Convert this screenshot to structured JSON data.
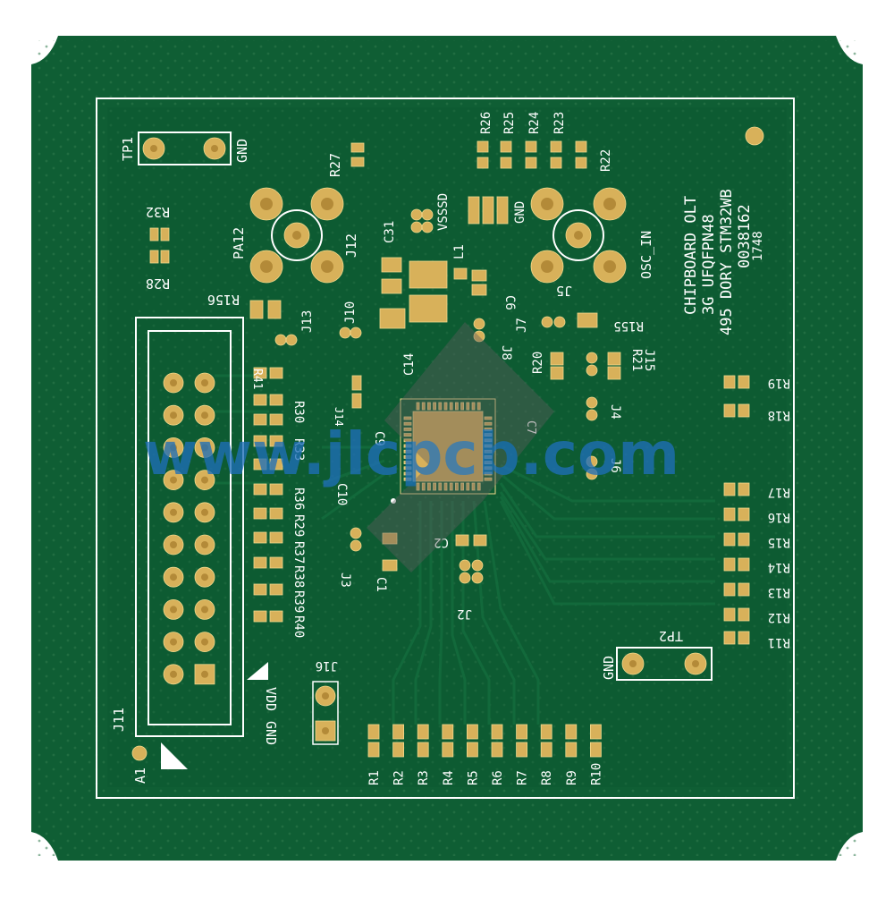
{
  "board": {
    "title_lines": [
      "CHIPBOARD OLT",
      "3G UFQFPN48",
      "495 DORY STM32WB",
      "0038162"
    ],
    "date_code": "1748",
    "colors": {
      "mask": "#0f5e34",
      "mask_dark": "#0b4a28",
      "copper": "#d8b15a",
      "silk": "#ffffff",
      "watermark": "#1f6fb8"
    }
  },
  "watermark": "www.jlcpcb.com",
  "labels": {
    "tp1": "TP1",
    "tp1_gnd": "GND",
    "tp2": "TP2",
    "tp2_gnd": "GND",
    "r32": "R32",
    "r28": "R28",
    "r156": "R156",
    "r27": "R27",
    "pa12": "PA12",
    "j12": "J12",
    "j13": "J13",
    "j10": "J10",
    "c31": "C31",
    "l1": "L1",
    "vsssd": "VSSSD",
    "gnd_top": "GND",
    "osc_in": "OSC_IN",
    "j5": "J5",
    "j8": "J8",
    "j7": "J7",
    "c6": "C6",
    "r26": "R26",
    "r25": "R25",
    "r24": "R24",
    "r23": "R23",
    "r22": "R22",
    "r20": "R20",
    "r21": "R21",
    "r155": "R155",
    "j15": "J15",
    "j4": "J4",
    "j6": "J6",
    "r19": "R19",
    "r18": "R18",
    "r17": "R17",
    "r16": "R16",
    "r15": "R15",
    "r14": "R14",
    "r13": "R13",
    "r12": "R12",
    "r11": "R11",
    "r41": "R41",
    "r30": "R30",
    "r33": "R33",
    "r36": "R36",
    "r29": "R29",
    "r37": "R37",
    "r38": "R38",
    "r39": "R39",
    "r40": "R40",
    "c9": "C9",
    "c10": "C10",
    "c14": "C14",
    "c7": "C7",
    "c2": "C2",
    "c1": "C1",
    "j3": "J3",
    "j2": "J2",
    "j14": "J14",
    "j16": "J16",
    "vdd": "VDD",
    "gnd_j16": "GND",
    "j11": "J11",
    "a1": "A1",
    "bottom_resistors": [
      "R1",
      "R2",
      "R3",
      "R4",
      "R5",
      "R6",
      "R7",
      "R8",
      "R9",
      "R10"
    ]
  }
}
